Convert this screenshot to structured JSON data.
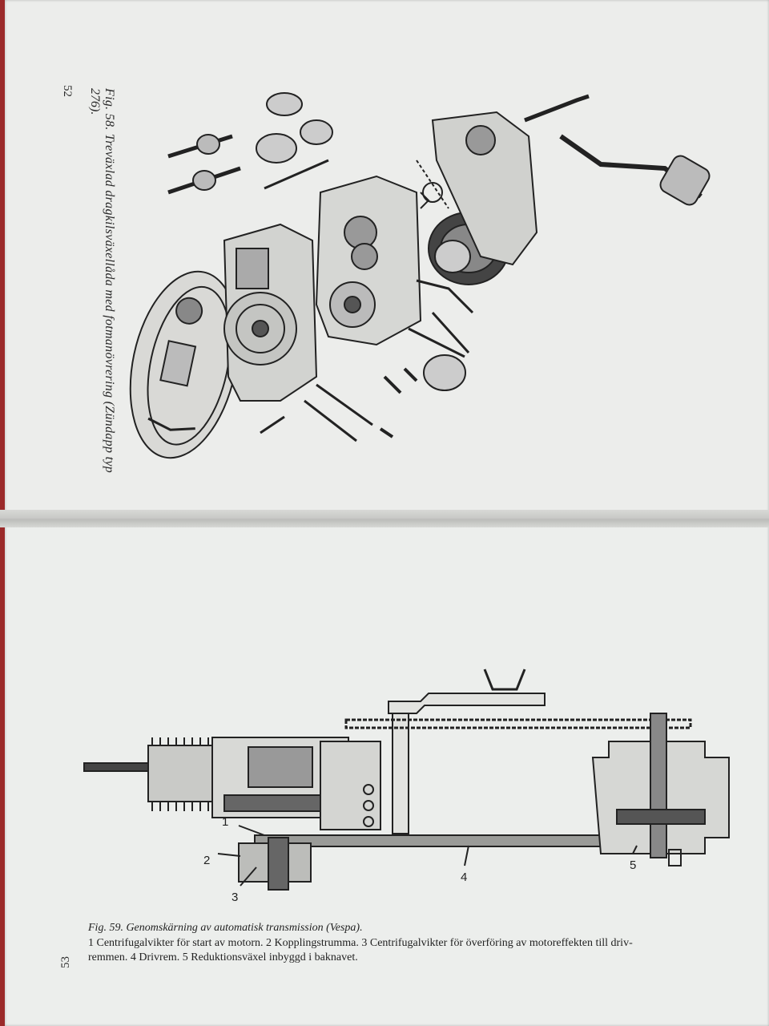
{
  "page_top": {
    "page_number": "52",
    "fig58_caption_line1": "Fig. 58. Treväxlad dragkilsväxellåda med fotmanövrering (Zündapp typ",
    "fig58_caption_line2": "276)."
  },
  "page_bottom": {
    "page_number": "53",
    "fig59_caption": "Fig. 59. Genomskärning av automatisk transmission (Vespa).",
    "fig59_legend_line1": "1 Centrifugalvikter för start av motorn. 2 Kopplingstrumma. 3 Centrifugalvikter för överföring av motoreffekten till driv-",
    "fig59_legend_line2": "remmen. 4 Drivrem. 5 Reduktionsväxel inbyggd i baknavet.",
    "callouts": [
      "1",
      "2",
      "3",
      "4",
      "5"
    ]
  },
  "colors": {
    "paper": "#ecedeb",
    "ink": "#222222",
    "cover": "#9b2a2a"
  }
}
